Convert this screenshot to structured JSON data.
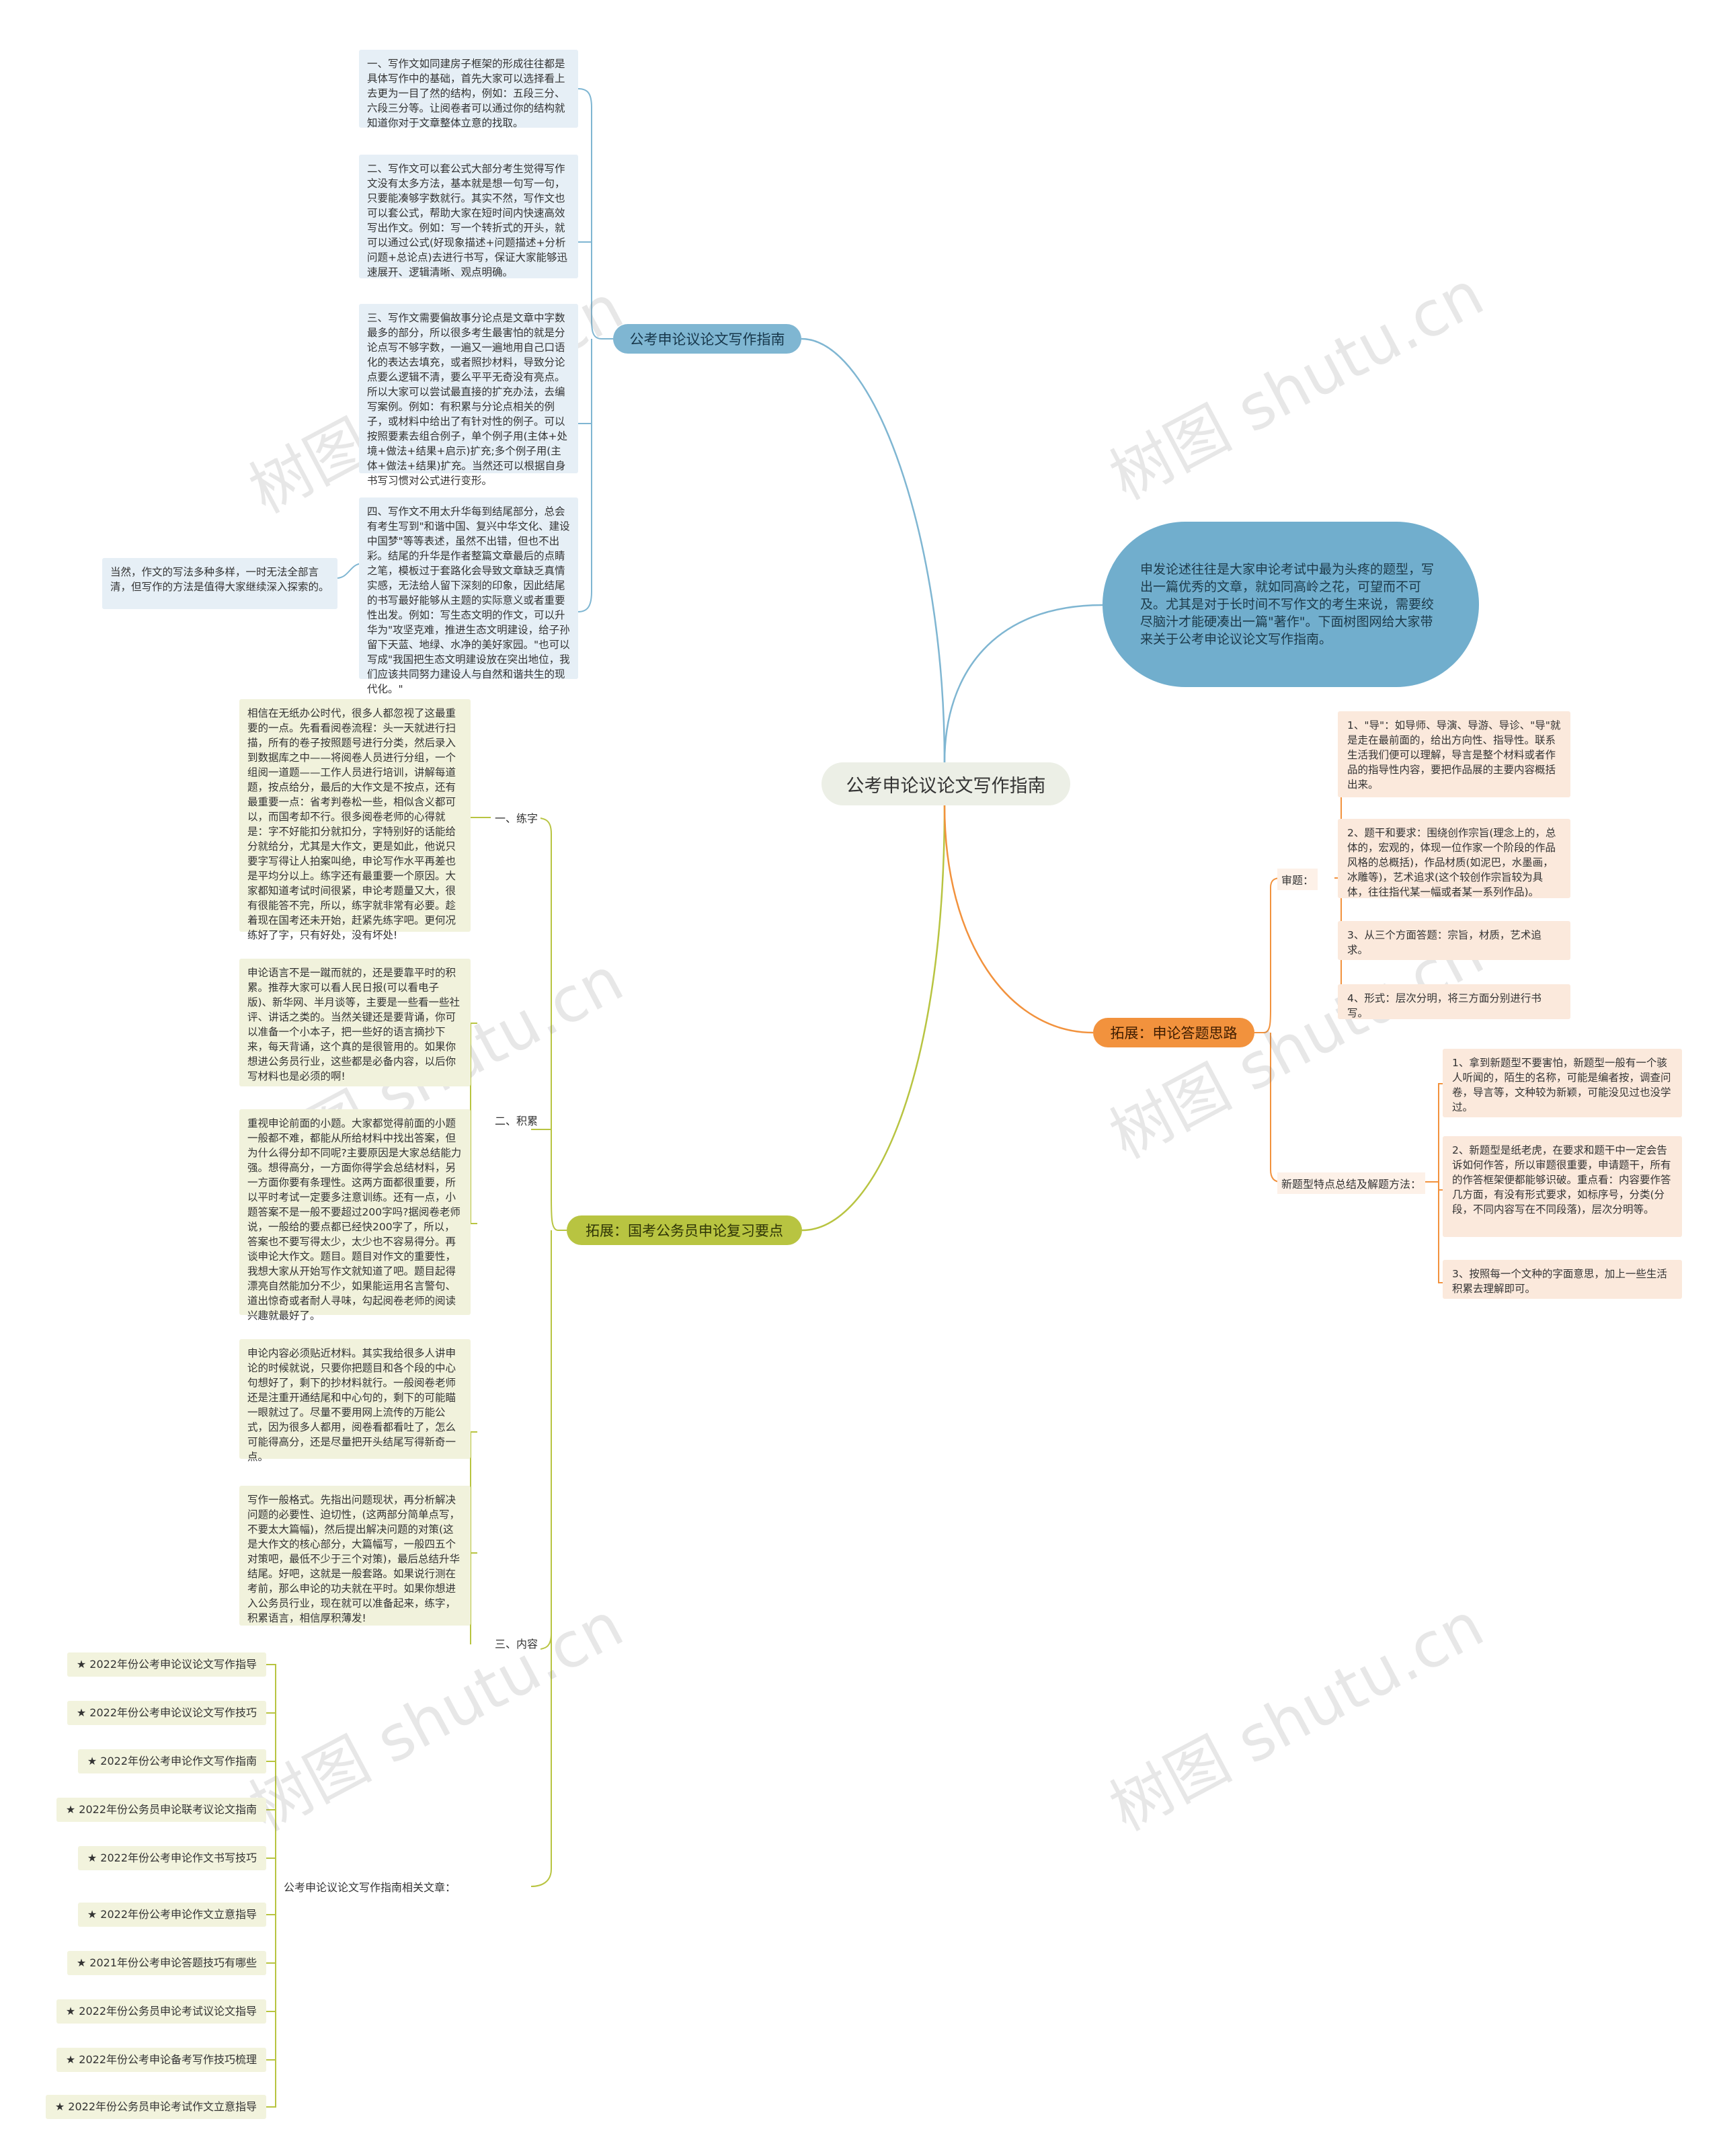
{
  "root": "公考申论议论文写作指南",
  "intro": "申发论述往往是大家申论考试中最为头疼的题型，写出一篇优秀的文章，就如同高岭之花，可望而不可及。尤其是对于长时间不写作文的考生来说，需要绞尽脑汁才能硬凑出一篇\"著作\"。下面树图网给大家带来关于公考申论议论文写作指南。",
  "branch_guide": {
    "label": "公考申论议论文写作指南",
    "p1": "一、写作文如同建房子框架的形成往往都是具体写作中的基础，首先大家可以选择看上去更为一目了然的结构，例如：五段三分、六段三分等。让阅卷者可以通过你的结构就知道你对于文章整体立意的找取。",
    "p2": "二、写作文可以套公式大部分考生觉得写作文没有太多方法，基本就是想一句写一句，只要能凑够字数就行。其实不然，写作文也可以套公式，帮助大家在短时间内快速高效写出作文。例如：写一个转折式的开头，就可以通过公式(好现象描述+问题描述+分析问题+总论点)去进行书写，保证大家能够迅速展开、逻辑清晰、观点明确。",
    "p3": "三、写作文需要偏故事分论点是文章中字数最多的部分，所以很多考生最害怕的就是分论点写不够字数，一遍又一遍地用自己口语化的表达去填充，或者照抄材料，导致分论点要么逻辑不清，要么平平无奇没有亮点。所以大家可以尝试最直接的扩充办法，去编写案例。例如：有积累与分论点相关的例子，或材料中给出了有针对性的例子。可以按照要素去组合例子，单个例子用(主体+处境+做法+结果+启示)扩充;多个例子用(主体+做法+结果)扩充。当然还可以根据自身书写习惯对公式进行变形。",
    "p4": "四、写作文不用太升华每到结尾部分，总会有考生写到\"和谐中国、复兴中华文化、建设中国梦\"等等表述，虽然不出错，但也不出彩。结尾的升华是作者整篇文章最后的点睛之笔，模板过于套路化会导致文章缺乏真情实感，无法给人留下深刻的印象，因此结尾的书写最好能够从主题的实际意义或者重要性出发。例如：写生态文明的作文，可以升华为\"攻坚克难，推进生态文明建设，给子孙留下天蓝、地绿、水净的美好家园。\"也可以写成\"我国把生态文明建设放在突出地位，我们应该共同努力建设人与自然和谐共生的现代化。\"",
    "p5": "当然，作文的写法多种多样，一时无法全部言清，但写作的方法是值得大家继续深入探索的。"
  },
  "branch_review": {
    "label": "拓展：国考公务员申论复习要点",
    "s1_label": "一、练字",
    "s1_text": "相信在无纸办公时代，很多人都忽视了这最重要的一点。先看看阅卷流程：头一天就进行扫描，所有的卷子按照题号进行分类，然后录入到数据库之中——将阅卷人员进行分组，一个组阅一道题——工作人员进行培训，讲解每道题，按点给分，最后的大作文是不按点，还有最重要一点：省考判卷松一些，相似含义都可以，而国考却不行。很多阅卷老师的心得就是：字不好能扣分就扣分，字特别好的话能给分就给分，尤其是大作文，更是如此，他说只要字写得让人拍案叫绝，申论写作水平再差也是平均分以上。练字还有最重要一个原因。大家都知道考试时间很紧，申论考题量又大，很有很能答不完，所以，练字就非常有必要。趁着现在国考还未开始，赶紧先练字吧。更何况练好了字，只有好处，没有坏处!",
    "s2_label": "二、积累",
    "s2_text1": "申论语言不是一蹴而就的，还是要靠平时的积累。推荐大家可以看人民日报(可以看电子版)、新华网、半月谈等，主要是一些看一些社评、讲话之类的。当然关键还是要背诵，你可以准备一个小本子，把一些好的语言摘抄下来，每天背诵，这个真的是很管用的。如果你想进公务员行业，这些都是必备内容，以后你写材料也是必须的啊!",
    "s2_text2": "重视申论前面的小题。大家都觉得前面的小题一般都不难，都能从所给材料中找出答案，但为什么得分却不同呢?主要原因是大家总结能力强。想得高分，一方面你得学会总结材料，另一方面你要有条理性。这两方面都很重要，所以平时考试一定要多注意训练。还有一点，小题答案不是一般不要超过200字吗?据阅卷老师说，一般给的要点都已经快200字了，所以，答案也不要写得太少，太少也不容易得分。再谈申论大作文。题目。题目对作文的重要性，我想大家从开始写作文就知道了吧。题目起得漂亮自然能加分不少，如果能运用名言警句、道出惊奇或者耐人寻味，勾起阅卷老师的阅读兴趣就最好了。",
    "s3_label": "三、内容",
    "s3_text1": "申论内容必须贴近材料。其实我给很多人讲申论的时候就说，只要你把题目和各个段的中心句想好了，剩下的抄材料就行。一般阅卷老师还是注重开通结尾和中心句的，剩下的可能瞄一眼就过了。尽量不要用网上流传的万能公式，因为很多人都用，阅卷看都看吐了，怎么可能得高分，还是尽量把开头结尾写得新奇一点。",
    "s3_text2": "写作一般格式。先指出问题现状，再分析解决问题的必要性、迫切性，(这两部分简单点写，不要太大篇幅)，然后提出解决问题的对策(这是大作文的核心部分，大篇幅写，一般四五个对策吧，最低不少于三个对策)，最后总结升华结尾。好吧，这就是一般套路。如果说行测在考前，那么申论的功夫就在平时。如果你想进入公务员行业，现在就可以准备起来，练字，积累语言，相信厚积薄发!",
    "links_label": "公考申论议论文写作指南相关文章：",
    "links": [
      "★ 2022年份公考申论议论文写作指导",
      "★ 2022年份公考申论议论文写作技巧",
      "★ 2022年份公考申论作文写作指南",
      "★ 2022年份公务员申论联考议论文指南",
      "★ 2022年份公考申论作文书写技巧",
      "★ 2022年份公考申论作文立意指导",
      "★ 2021年份公考申论答题技巧有哪些",
      "★ 2022年份公务员申论考试议论文指导",
      "★ 2022年份公考申论备考写作技巧梳理",
      "★ 2022年份公务员申论考试作文立意指导"
    ]
  },
  "branch_ideas": {
    "label": "拓展：申论答题思路",
    "a_label": "审题：",
    "a1": "1、\"导\"：如导师、导演、导游、导诊、\"导\"就是走在最前面的，给出方向性、指导性。联系生活我们便可以理解，导言是整个材料或者作品的指导性内容，要把作品展的主要内容概括出来。",
    "a2": "2、题干和要求：围绕创作宗旨(理念上的，总体的，宏观的，体现一位作家一个阶段的作品风格的总概括)，作品材质(如泥巴，水墨画，冰雕等)，艺术追求(这个较创作宗旨较为具体，往往指代某一幅或者某一系列作品)。",
    "a3": "3、从三个方面答题：宗旨，材质，艺术追求。",
    "a4": "4、形式：层次分明，将三方面分别进行书写。",
    "b_label": "新题型特点总结及解题方法：",
    "b1": "1、拿到新题型不要害怕，新题型一般有一个骇人听闻的，陌生的名称，可能是编者按，调查问卷，导言等，文种较为新颖，可能没见过也没学过。",
    "b2": "2、新题型是纸老虎，在要求和题干中一定会告诉如何作答，所以审题很重要，申请题干，所有的作答框架便都能够识破。重点看：内容要作答几方面，有没有形式要求，如标序号，分类(分段，不同内容写在不同段落)，层次分明等。",
    "b3": "3、按照每一个文种的字面意思，加上一些生活积累去理解即可。"
  },
  "watermarks": [
    "树图 shutu.cn",
    "树图 shutu.cn",
    "树图 shutu.cn",
    "树图 shutu.cn",
    "树图 shutu.cn",
    "树图 shutu.cn"
  ],
  "colors": {
    "blue_branch": "#7fb6d2",
    "green_branch": "#b8c441",
    "orange_branch": "#f2923d",
    "intro_bubble": "#71aecd",
    "root_bg": "#ecefe6"
  }
}
